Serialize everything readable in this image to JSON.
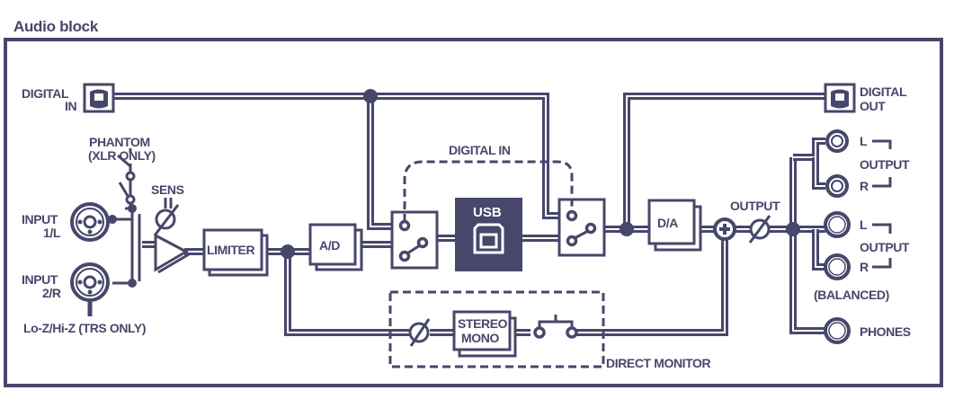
{
  "title": "Audio block",
  "colors": {
    "ink": "#47476b",
    "background": "#ffffff"
  },
  "inputs": {
    "digital_in": [
      "DIGITAL",
      "IN"
    ],
    "phantom": [
      "PHANTOM",
      "(XLR ONLY)"
    ],
    "sens": "SENS",
    "input1": [
      "INPUT",
      "1/L"
    ],
    "input2": [
      "INPUT",
      "2/R"
    ],
    "loz_hiz": "Lo-Z/Hi-Z (TRS ONLY)"
  },
  "blocks": {
    "limiter": "LIMITER",
    "ad": "A/D",
    "usb": "USB",
    "da": "D/A",
    "stereo_mono": [
      "STEREO",
      "MONO"
    ]
  },
  "labels": {
    "digital_in_switch": "DIGITAL IN",
    "output_knob": "OUTPUT",
    "direct_monitor": "DIRECT MONITOR"
  },
  "outputs": {
    "digital_out": [
      "DIGITAL",
      "OUT"
    ],
    "unbalanced": {
      "l": "L",
      "r": "R",
      "label": "OUTPUT"
    },
    "balanced": {
      "l": "L",
      "r": "R",
      "label": "OUTPUT",
      "note": "(BALANCED)"
    },
    "phones": "PHONES"
  },
  "icons": {
    "optical_connector": "toslink-jack-icon",
    "xlr_combo": "xlr-combo-jack-icon",
    "usb_b": "usb-b-port-icon",
    "rca_jack": "rca-jack-icon",
    "trs_jack": "trs-jack-icon",
    "phones_jack": "headphone-jack-icon",
    "knob": "volume-knob-icon",
    "switch": "selector-switch-icon",
    "push_switch": "push-switch-icon",
    "mixer": "summing-node-icon",
    "amp": "preamp-triangle-icon"
  }
}
